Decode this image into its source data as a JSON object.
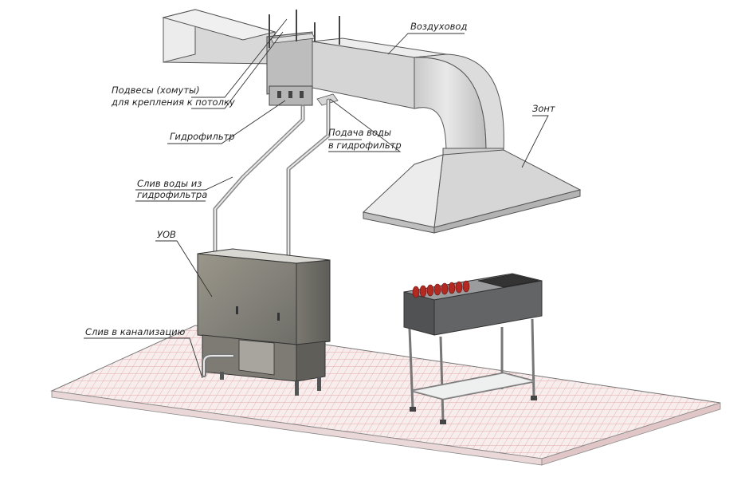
{
  "labels": {
    "duct": "Воздуховод",
    "hangers_line1": "Подвесы (хомуты)",
    "hangers_line2": "для крепления к потолку",
    "hydrofilter": "Гидрофильтр",
    "water_supply_line1": "Подача воды",
    "water_supply_line2": "в гидрофильтр",
    "drain_from_filter_line1": "Слив воды из",
    "drain_from_filter_line2": "гидрофильтра",
    "hood": "Зонт",
    "uov": "УОВ",
    "sewer_drain": "Слив в канализацию"
  },
  "colors": {
    "floor_tile_line": "#e3a9a9",
    "floor_base": "#f7eeee",
    "duct_light": "#e4e4e4",
    "duct_mid": "#cfcfcf",
    "duct_dark": "#a9a9a9",
    "steel_front": "#8c8a80",
    "steel_side": "#6c6a62",
    "grill_body": "#5f6163",
    "skewer_red": "#b22a22",
    "leader_line": "#333333"
  }
}
